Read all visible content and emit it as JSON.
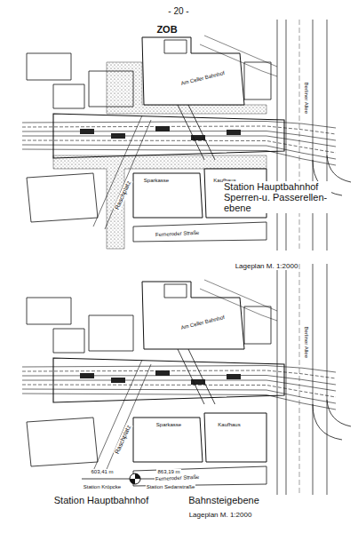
{
  "diagram": {
    "labels": [
      "- 20 -",
      "ZOB",
      "Am Celler Bahnhof",
      "Berliner Allee",
      "Raschplatz",
      "Sparkasse",
      "Kaufhaus",
      "Ferneroder Straße",
      "Station Hauptbahnhof Sperren-u. Passerellen- ebene",
      "Lageplan M. 1:2000",
      "Am Celler Bahnhof",
      "Berliner Allee",
      "Raschplatz",
      "Sparkasse",
      "Kaufhaus",
      "Ferneroder Straße",
      "603,41 m",
      "Station Kröpcke",
      "863,19 m",
      "Station Sedanstraße",
      "Station Hauptbahnhof",
      "Bahnsteigebene",
      "Lageplan M. 1:2000"
    ]
  }
}
